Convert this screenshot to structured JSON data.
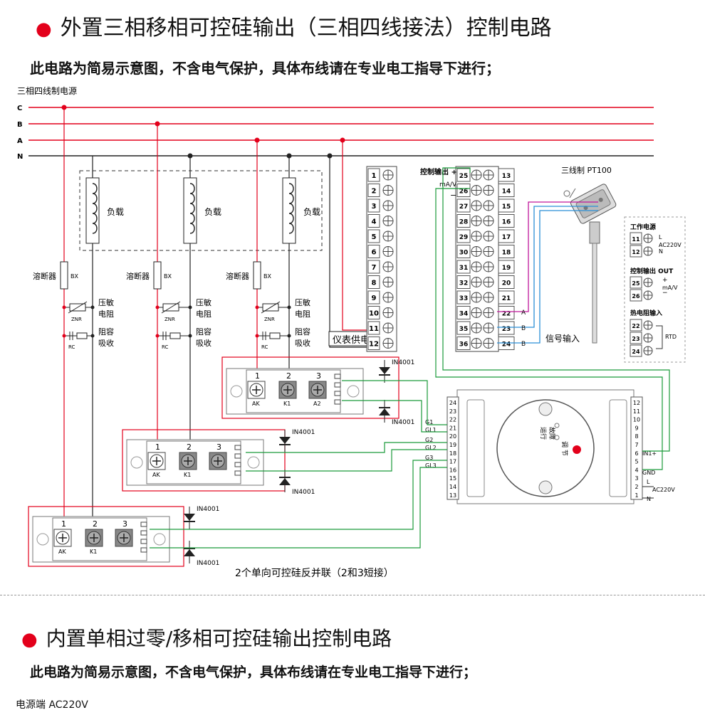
{
  "section1": {
    "title": "外置三相移相可控硅输出（三相四线接法）控制电路",
    "note": "此电路为简易示意图，不含电气保护，具体布线请在专业电工指导下进行；",
    "power_label": "三相四线制电源",
    "phases": [
      "C",
      "B",
      "A",
      "N"
    ],
    "load_label": "负载",
    "fuse_label": "溶断器",
    "fuse_code": "BX",
    "varistor_label": "压敏电阻",
    "varistor_l1": "压敏",
    "varistor_l2": "电阻",
    "varistor_code": "ZNR",
    "rc_l1": "阻容",
    "rc_l2": "吸收",
    "rc_code": "RC",
    "diode": "IN4001",
    "scr_pins": [
      "1",
      "2",
      "3"
    ],
    "scr_labels": [
      "AK",
      "K1",
      "A2"
    ],
    "scr_labels_short": [
      "AK",
      "K1"
    ],
    "meter_power_label": "仪表供电",
    "meter_left_terms": [
      "1",
      "2",
      "3",
      "4",
      "5",
      "6",
      "7",
      "8",
      "9",
      "10",
      "11",
      "12"
    ],
    "meter_mid_terms": [
      "25",
      "26",
      "27",
      "28",
      "29",
      "30",
      "31",
      "32",
      "33",
      "34",
      "35",
      "36"
    ],
    "meter_right_terms": [
      "13",
      "14",
      "15",
      "16",
      "17",
      "18",
      "19",
      "20",
      "21",
      "22",
      "23",
      "24"
    ],
    "ctrl_out_label": "控制输出 +",
    "ctrl_out_unit": "mA/V",
    "ctrl_out_minus": "−",
    "pt100_label": "三线制 PT100",
    "signal_in_label": "信号输入",
    "abb": [
      "A",
      "B",
      "B"
    ],
    "legend": {
      "power_title": "工作电源",
      "power_terms": [
        "11",
        "12"
      ],
      "power_l": "L",
      "power_n": "N",
      "power_v": "AC220V",
      "out_title": "控制输出 OUT",
      "out_terms": [
        "25",
        "26"
      ],
      "out_plus": "+",
      "out_minus": "−",
      "out_unit": "mA/V",
      "rtd_title": "热电阻输入",
      "rtd_terms": [
        "22",
        "23",
        "24"
      ],
      "rtd_label": "RTD"
    },
    "trigger": {
      "left_terms": [
        "24",
        "23",
        "22",
        "21",
        "20",
        "19",
        "18",
        "17",
        "16",
        "15",
        "14",
        "13"
      ],
      "right_terms": [
        "12",
        "11",
        "10",
        "9",
        "8",
        "7",
        "6",
        "5",
        "4",
        "3",
        "2",
        "1"
      ],
      "g_labels": [
        "G1",
        "GL1",
        "G2",
        "GL2",
        "G3",
        "GL3"
      ],
      "in1": "IN1+",
      "gnd": "GND",
      "l": "L",
      "n": "N",
      "ac": "AC220V",
      "knob1": "运行",
      "knob2": "故障",
      "knob3": "调 节"
    },
    "caption": "2个单向可控硅反并联（2和3短接）"
  },
  "section2": {
    "title": "内置单相过零/移相可控硅输出控制电路",
    "note": "此电路为简易示意图，不含电气保护，具体布线请在专业电工指导下进行；",
    "power_label": "电源端  AC220V"
  },
  "colors": {
    "red": "#e3001b",
    "green": "#1a9a3a",
    "blue": "#2a8fd6",
    "magenta": "#c0169b",
    "dark": "#222222"
  }
}
